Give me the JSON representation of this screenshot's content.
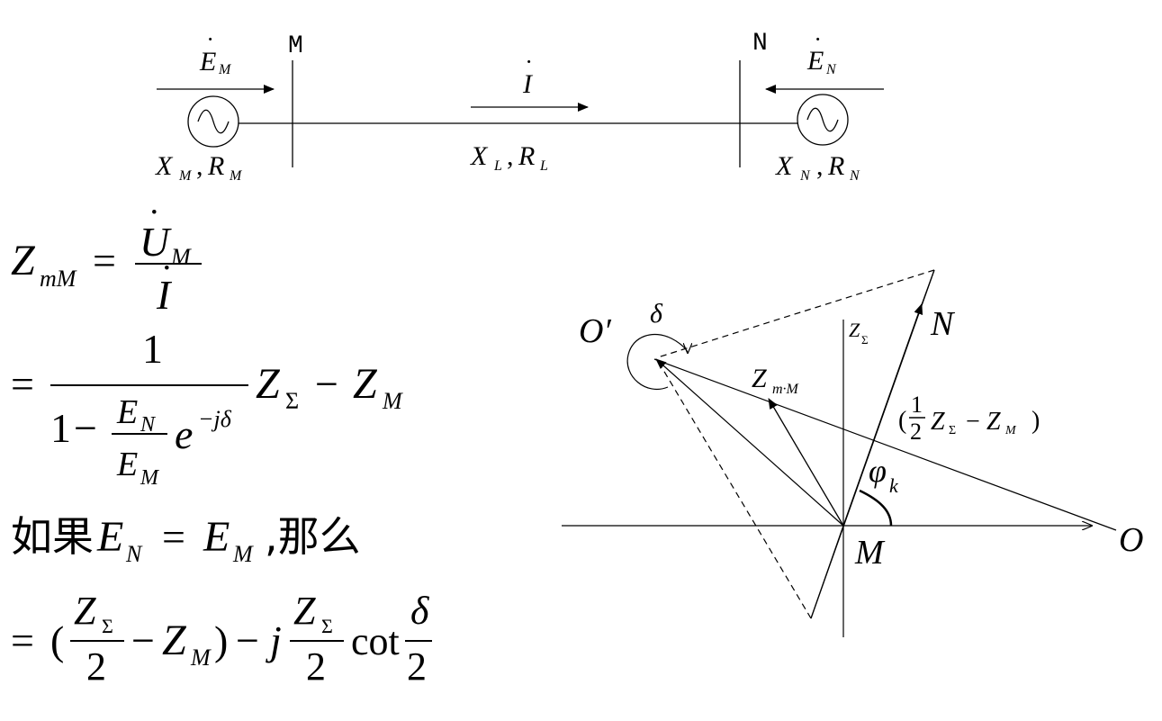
{
  "circuit": {
    "bus_m": "M",
    "bus_n": "N",
    "emf_m": {
      "base": "E",
      "dot": "·",
      "sub": "M"
    },
    "emf_n": {
      "base": "E",
      "dot": "·",
      "sub": "N"
    },
    "current": {
      "base": "I",
      "dot": "·"
    },
    "source_m_impedance": {
      "x": "X",
      "x_sub": "M",
      "sep": ",",
      "r": "R",
      "r_sub": "M"
    },
    "line_impedance": {
      "x": "X",
      "x_sub": "L",
      "sep": ",",
      "r": "R",
      "r_sub": "L"
    },
    "source_n_impedance": {
      "x": "X",
      "x_sub": "N",
      "sep": ",",
      "r": "R",
      "r_sub": "N"
    },
    "source_symbol": "~"
  },
  "equations": {
    "line1": {
      "lhs": "Z",
      "lhs_sub": "mM",
      "eq": "=",
      "num": "U",
      "num_dot": "·",
      "num_sub": "M",
      "den": "I",
      "den_dot": "·"
    },
    "line2": {
      "eq": "=",
      "num": "1",
      "den_one": "1",
      "den_minus": "−",
      "frac_num": "E",
      "frac_num_sub": "N",
      "frac_den": "E",
      "frac_den_sub": "M",
      "exp_base": "e",
      "exp": "−jδ",
      "z": "Z",
      "z_sub": "Σ",
      "minus": "−",
      "zm": "Z",
      "zm_sub": "M"
    },
    "line3": {
      "prefix": "如果",
      "e1": "E",
      "e1_sub": "N",
      "eq": "=",
      "e2": "E",
      "e2_sub": "M",
      "suffix": ",那么"
    },
    "line4": {
      "eq": "=",
      "lpar": "(",
      "z": "Z",
      "z_sub": "Σ",
      "two": "2",
      "minus": "−",
      "zm": "Z",
      "zm_sub": "M",
      "rpar": ")",
      "minus2": "−",
      "j": "j",
      "z2": "Z",
      "z2_sub": "Σ",
      "two2": "2",
      "cot": "cot",
      "delta": "δ",
      "two3": "2"
    }
  },
  "phasor": {
    "origin": "M",
    "point_o": "O",
    "point_o_prime": "O′",
    "point_n": "N",
    "delta": "δ",
    "z_sigma_axis": {
      "base": "Z",
      "sub": "Σ"
    },
    "z_mm": {
      "base": "Z",
      "sub": "m·M"
    },
    "half_label": {
      "lpar": "(",
      "num": "1",
      "den": "2",
      "z": "Z",
      "z_sub": "Σ",
      "minus": "−",
      "zm": "Z",
      "zm_sub": "M",
      "rpar": ")"
    },
    "phi_k": {
      "base": "φ",
      "sub": "k"
    }
  }
}
